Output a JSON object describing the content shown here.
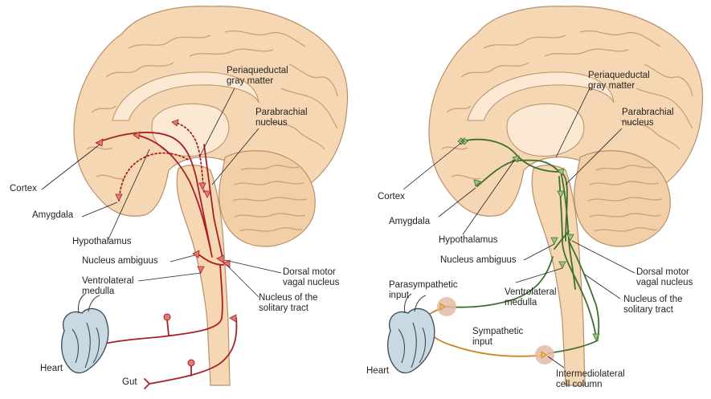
{
  "colors": {
    "brain_fill": "#f6d7b4",
    "brain_outline": "#b98f69",
    "cerebellum_fill": "#f3cfa8",
    "sulcus": "#c9a07c",
    "ventricle_fill": "#fbe9d3",
    "red_pathway": "#a91f24",
    "red_marker": "#e27a6e",
    "green_pathway": "#3f6f2e",
    "green_marker": "#9bc47f",
    "orange_pathway": "#c8861f",
    "orange_marker": "#f0b95c",
    "ganglion_fill": "#e3bba5",
    "heart_fill": "#c9d9e3",
    "heart_outline": "#3b4a57",
    "leader_line": "#231f20",
    "label_text": "#231f20"
  },
  "left_panel": {
    "labels": {
      "periaqueductal": "Periaqueductal\ngray matter",
      "parabrachial": "Parabrachial\nnucleus",
      "cortex": "Cortex",
      "amygdala": "Amygdala",
      "hypothalamus": "Hypothalamus",
      "nucleus_ambiguus": "Nucleus ambiguus",
      "ventrolateral_medulla": "Ventrolateral\nmedulla",
      "dorsal_motor": "Dorsal motor\nvagal nucleus",
      "solitary_tract": "Nucleus of the\nsolitary tract",
      "heart": "Heart",
      "gut": "Gut"
    }
  },
  "right_panel": {
    "labels": {
      "periaqueductal": "Periaqueductal\ngray matter",
      "parabrachial": "Parabrachial\nnucleus",
      "cortex": "Cortex",
      "amygdala": "Amygdala",
      "hypothalamus": "Hypothalamus",
      "nucleus_ambiguus": "Nucleus ambiguus",
      "parasympathetic_input": "Parasympathetic\ninput",
      "ventrolateral_medulla": "Ventrolateral\nmedulla",
      "dorsal_motor": "Dorsal motor\nvagal nucleus",
      "solitary_tract": "Nucleus of the\nsolitary tract",
      "sympathetic_input": "Sympathetic\ninput",
      "heart": "Heart",
      "intermediolateral": "Intermediolateral\ncell column"
    }
  }
}
